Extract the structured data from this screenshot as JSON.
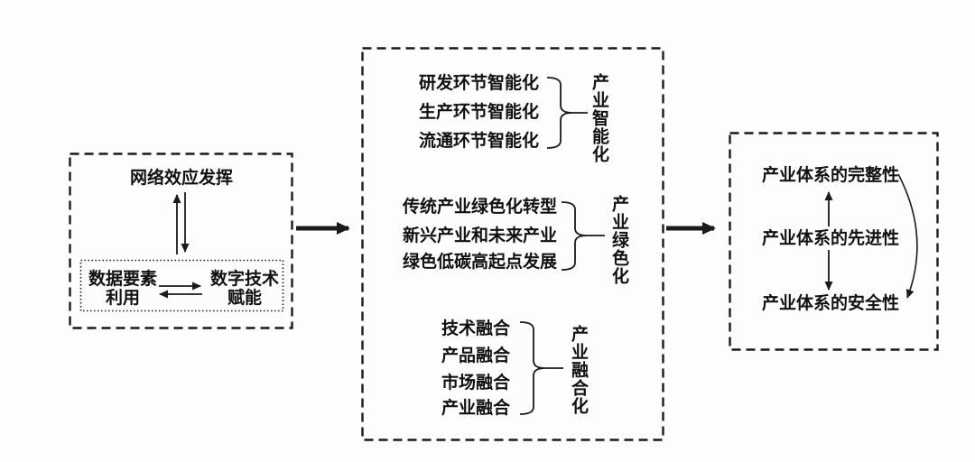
{
  "diagram": {
    "left_box": {
      "top_label": "网络效应发挥",
      "inner_box": {
        "left_label": "数据要素\n利用",
        "right_label": "数字技术\n赋能"
      }
    },
    "middle_box": {
      "groups": [
        {
          "items": [
            "研发环节智能化",
            "生产环节智能化",
            "流通环节智能化"
          ],
          "label": "产业智能化"
        },
        {
          "items": [
            "传统产业绿色化转型",
            "新兴产业和未来产业",
            "绿色低碳高起点发展"
          ],
          "label": "产业绿色化"
        },
        {
          "items": [
            "技术融合",
            "产品融合",
            "市场融合",
            "产业融合"
          ],
          "label": "产业融合化"
        }
      ]
    },
    "right_box": {
      "items": [
        "产业体系的完整性",
        "产业体系的先进性",
        "产业体系的安全性"
      ]
    },
    "colors": {
      "line": "#1a1a1a",
      "background": "#fdfdfd",
      "text": "#111111"
    }
  }
}
